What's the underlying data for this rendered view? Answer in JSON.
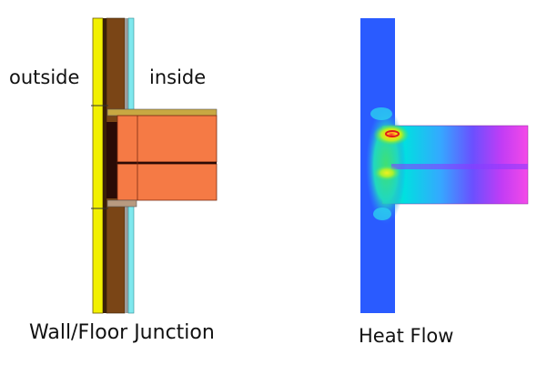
{
  "labels": {
    "outside": "outside",
    "inside": "inside",
    "junction_caption": "Wall/Floor Junction",
    "heat_caption": "Heat Flow"
  },
  "colors": {
    "render_yellow": "#f2f000",
    "timber_frame": "#7a4516",
    "insulation_dark": "#2b0b06",
    "floor_orange": "#f57a45",
    "plasterboard_cyan": "#7fe8ee",
    "cold_blue": "#2a5bff",
    "warm_magenta": "#f03cf0"
  }
}
